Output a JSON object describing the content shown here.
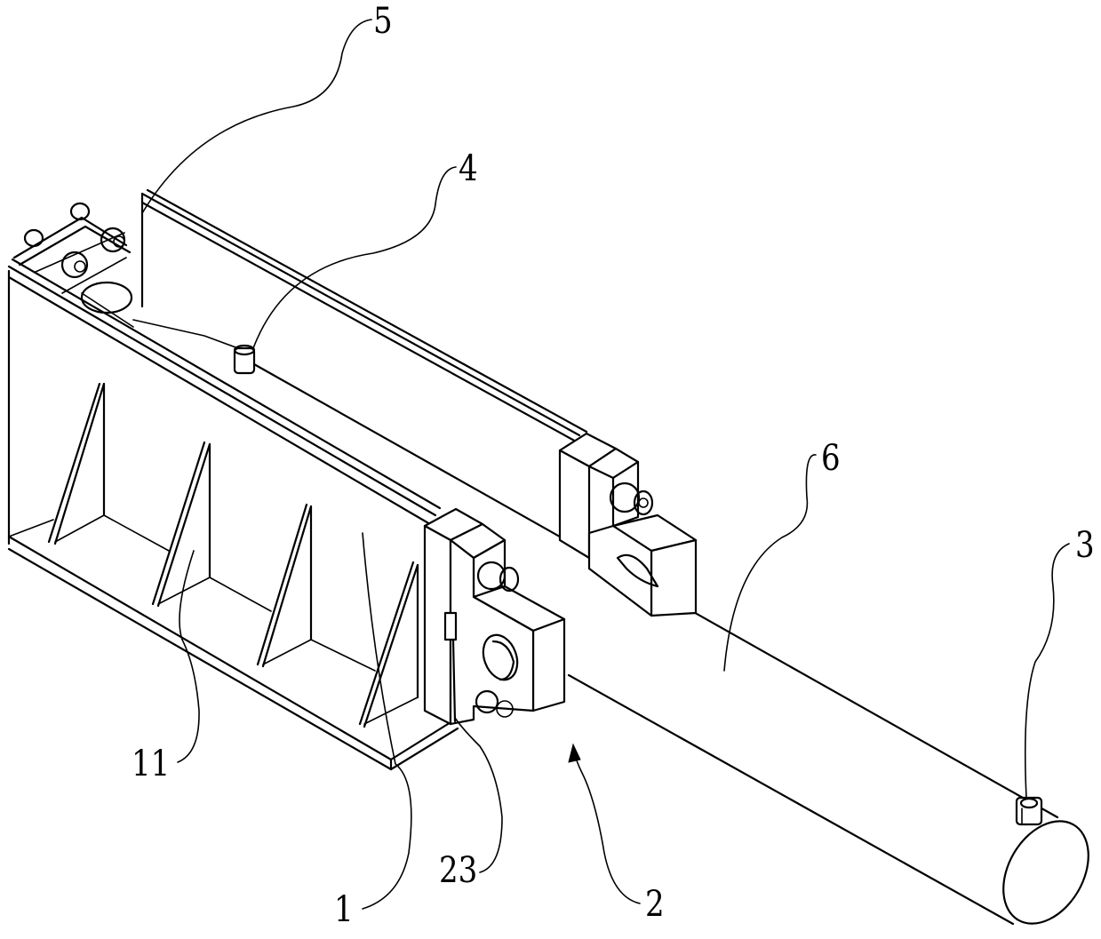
{
  "figure": {
    "type": "patent-line-drawing",
    "description": "Isometric view of a bracket/clamp assembly mounting a cylindrical rod",
    "line_color": "#000000",
    "background_color": "#ffffff"
  },
  "labels": [
    {
      "id": "5",
      "text": "5",
      "part": "top-left-clamp-bolts"
    },
    {
      "id": "4",
      "text": "4",
      "part": "top-fitting"
    },
    {
      "id": "6",
      "text": "6",
      "part": "cylindrical-rod"
    },
    {
      "id": "3",
      "text": "3",
      "part": "rod-end-fitting"
    },
    {
      "id": "11",
      "text": "11",
      "part": "reinforcing-ribs"
    },
    {
      "id": "1",
      "text": "1",
      "part": "base-frame"
    },
    {
      "id": "23",
      "text": "23",
      "part": "clamp-block-pin"
    },
    {
      "id": "2",
      "text": "2",
      "part": "clamp-assembly"
    }
  ]
}
